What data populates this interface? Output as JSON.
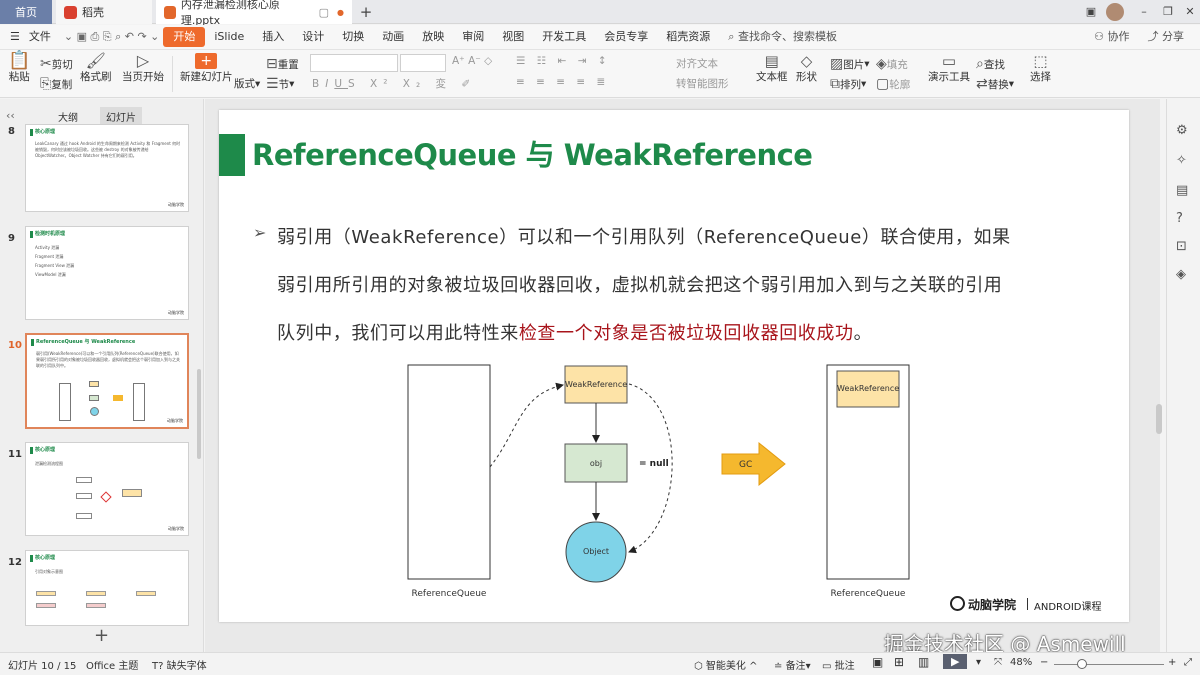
{
  "titlebar": {
    "home_tab": "首页",
    "doc_tab": "稻壳",
    "file_tab": "内存泄漏检测核心原理.pptx"
  },
  "menu": {
    "file": "文件",
    "items": [
      "开始",
      "iSlide",
      "插入",
      "设计",
      "切换",
      "动画",
      "放映",
      "审阅",
      "视图",
      "开发工具",
      "会员专享",
      "稻壳资源"
    ],
    "search": "查找命令、搜索模板",
    "collab": "协作",
    "share": "分享"
  },
  "toolbar": {
    "paste": "粘贴",
    "cut": "剪切",
    "copy": "复制",
    "format_painter": "格式刷",
    "play_from_current": "当页开始",
    "new_slide": "新建幻灯片",
    "layout": "版式",
    "section": "节",
    "reset": "重置",
    "text_direction": "对齐文本",
    "smart_graphic": "转智能图形",
    "textbox": "文本框",
    "shape": "形状",
    "arrange": "排列",
    "picture": "图片",
    "fill": "填充",
    "outline": "轮廓",
    "presentation_tools": "演示工具",
    "find": "查找",
    "replace": "替换",
    "select": "选择"
  },
  "leftpanel": {
    "tab_outline": "大纲",
    "tab_slides": "幻灯片",
    "add": "+"
  },
  "thumbs": [
    {
      "num": "8",
      "title": "核心原理",
      "text": "LeakCanary 通过 hook Android 的生命周期来检测 Activity 和 Fragment 何时被销毁，何时应该被垃圾回收。这些被 destroy 的对象被传递给 ObjectWatcher。Object Watcher 持有它们的弱引用。",
      "brand": "动脑学院"
    },
    {
      "num": "9",
      "title": "检测时机原理",
      "lines": [
        "Activity 泄漏",
        "Fragment 泄漏",
        "Fragment View 泄漏",
        "ViewModel 泄漏"
      ],
      "brand": "动脑学院"
    },
    {
      "num": "10",
      "title": "ReferenceQueue 与 WeakReference",
      "text": "弱引用(WeakReference)可以和一个引用队列(ReferenceQueue)联合使用，如果弱引用所引用的对象被垃圾回收器回收，虚拟机就会把这个弱引用加入到与之关联的引用队列中。",
      "brand": "动脑学院"
    },
    {
      "num": "11",
      "title": "核心原理",
      "text": "泄漏检测流程图",
      "brand": "动脑学院"
    },
    {
      "num": "12",
      "title": "核心原理",
      "text": "引用对象示意图",
      "brand": ""
    }
  ],
  "slide": {
    "title": "ReferenceQueue 与 WeakReference",
    "line1": "弱引用（WeakReference）可以和一个引用队列（ReferenceQueue）联合使用，如果",
    "line2": "弱引用所引用的对象被垃圾回收器回收，虚拟机就会把这个弱引用加入到与之关联的引用",
    "line3_normal": "队列中，我们可以用此特性来",
    "line3_red": "检查一个对象是否被垃圾回收器回收成功",
    "line3_end": "。",
    "diagram": {
      "weakref": "WeakReference",
      "obj": "obj",
      "null_label": "= null",
      "object": "Object",
      "gc": "GC",
      "weakref_right": "WeakReference",
      "queue_left": "ReferenceQueue",
      "queue_right": "ReferenceQueue"
    },
    "brand": "动脑学院",
    "course": "ANDROID课程",
    "colors": {
      "title_green": "#1e8a4a",
      "red_text": "#a8141b",
      "orange_box": "#fde3a7",
      "green_box": "#d6e8d1",
      "blue_circle": "#7fd3e8",
      "gc_arrow": "#f5b82e"
    }
  },
  "status": {
    "slide_pos": "幻灯片 10 / 15",
    "theme": "Office 主题",
    "missing_font": "缺失字体",
    "smart": "智能美化",
    "notes": "备注",
    "comment": "批注",
    "zoom": "48%"
  },
  "watermark": "掘金技术社区 @ Asmewill"
}
